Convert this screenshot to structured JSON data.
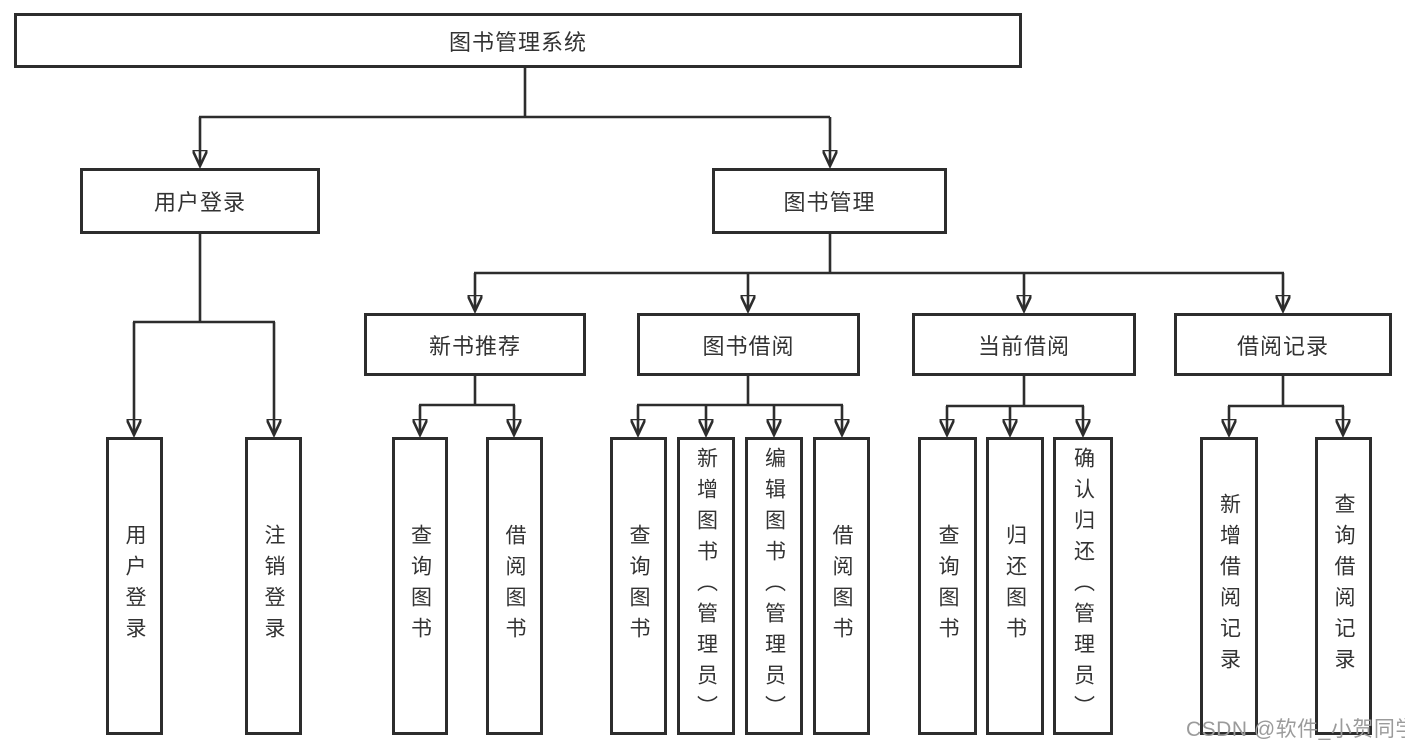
{
  "tree": {
    "label": "图书管理系统",
    "children": [
      {
        "label": "用户登录",
        "children": [
          {
            "label": "用户登录"
          },
          {
            "label": "注销登录"
          }
        ]
      },
      {
        "label": "图书管理",
        "children": [
          {
            "label": "新书推荐",
            "children": [
              {
                "label": "查询图书"
              },
              {
                "label": "借阅图书"
              }
            ]
          },
          {
            "label": "图书借阅",
            "children": [
              {
                "label": "查询图书"
              },
              {
                "label": "新增图书（管理员）"
              },
              {
                "label": "编辑图书（管理员）"
              },
              {
                "label": "借阅图书"
              }
            ]
          },
          {
            "label": "当前借阅",
            "children": [
              {
                "label": "查询图书"
              },
              {
                "label": "归还图书"
              },
              {
                "label": "确认归还（管理员）"
              }
            ]
          },
          {
            "label": "借阅记录",
            "children": [
              {
                "label": "新增借阅记录"
              },
              {
                "label": "查询借阅记录"
              }
            ]
          }
        ]
      }
    ]
  },
  "watermark": {
    "text": "CSDN @软件_小贺同学",
    "color": "#9b9b9b"
  },
  "colors": {
    "line": "#2d2d2d",
    "box_border": "#2d2d2d",
    "text": "#333333",
    "background": "#ffffff"
  }
}
